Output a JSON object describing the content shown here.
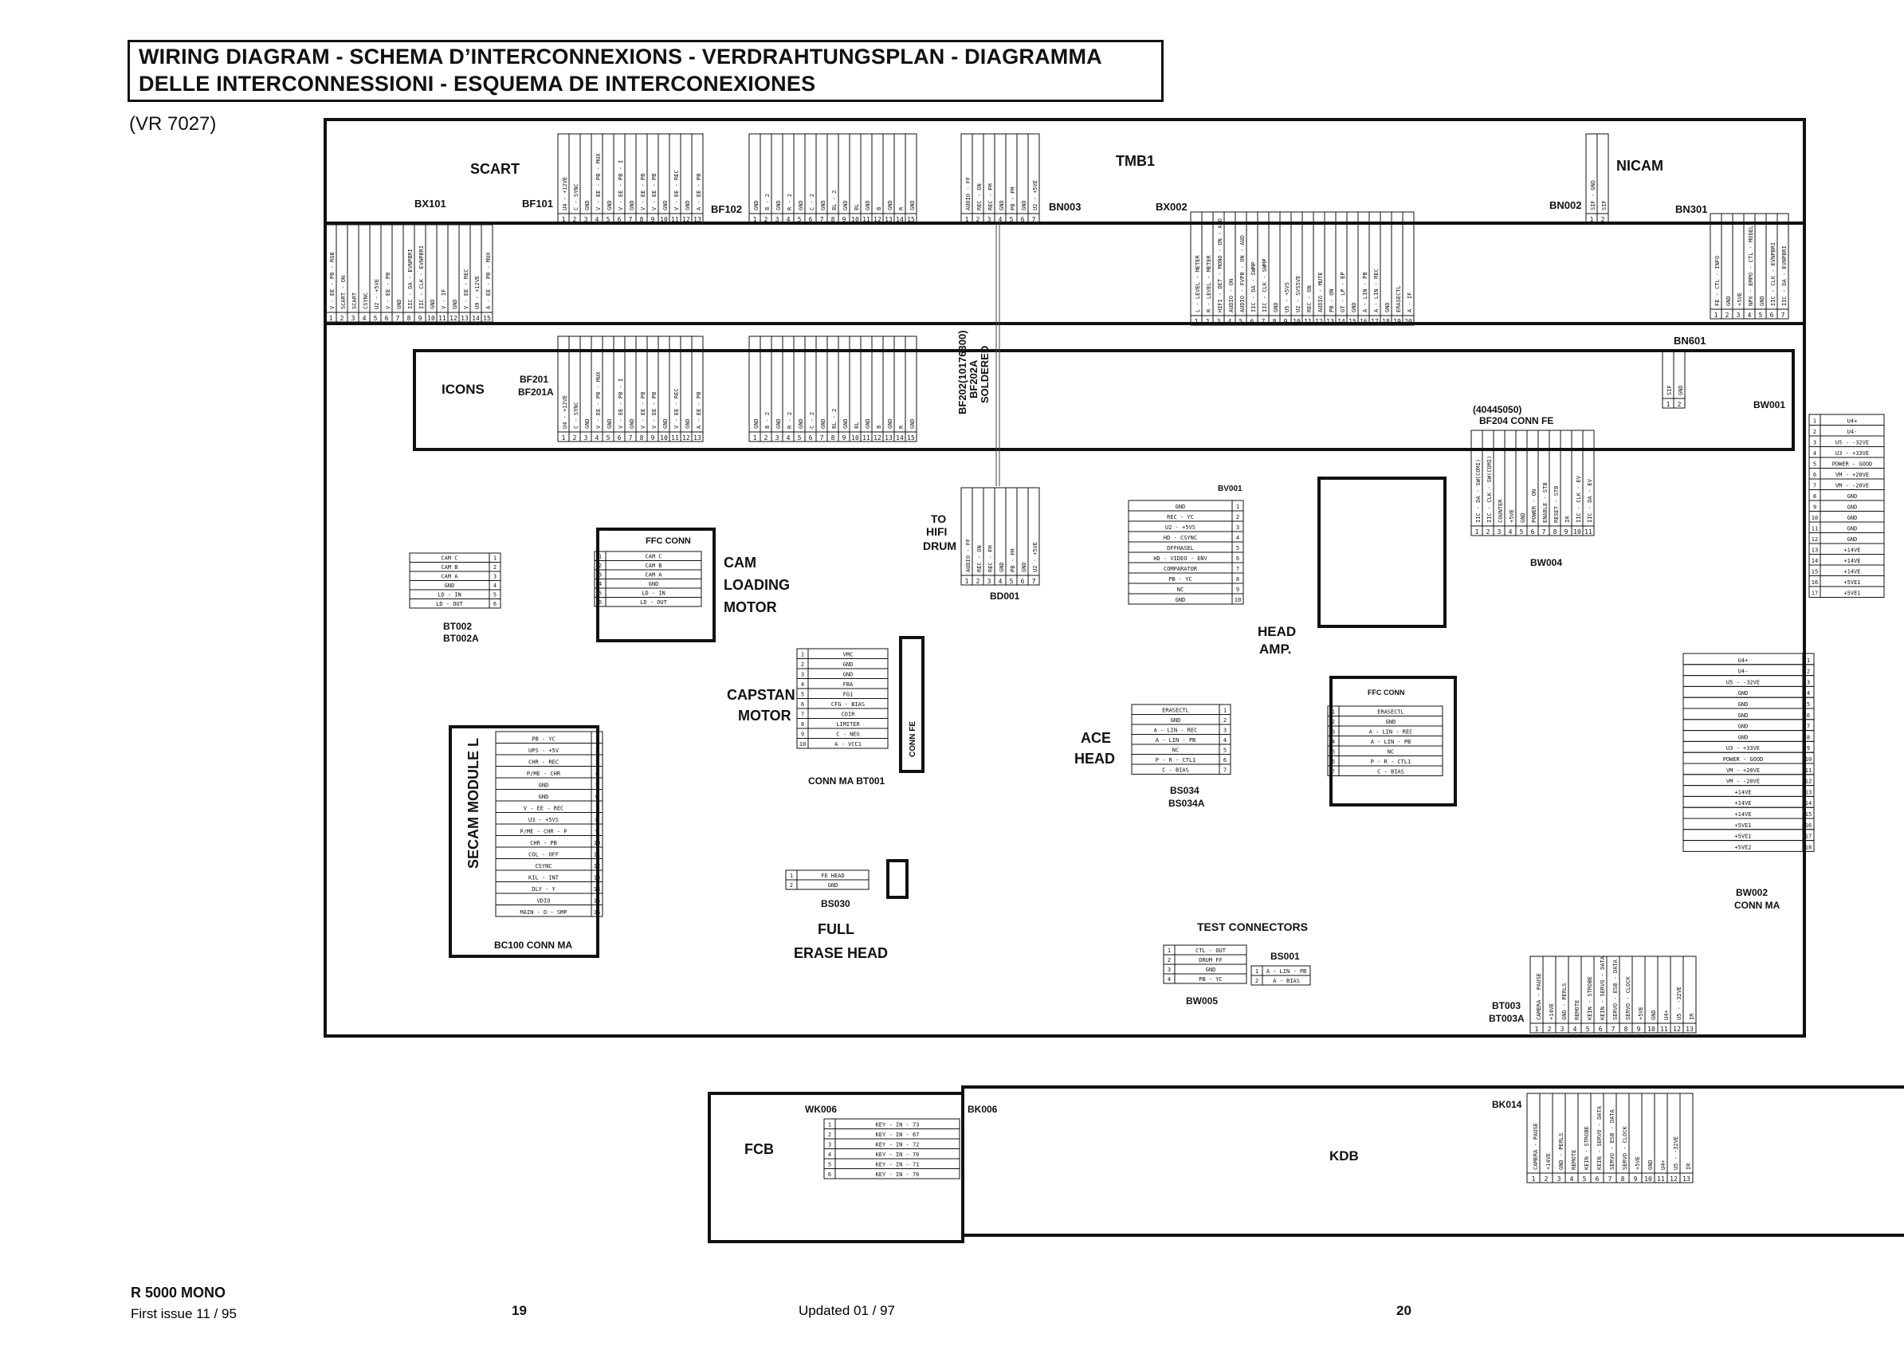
{
  "title": {
    "line1": "WIRING DIAGRAM - SCHEMA D’INTERCONNEXIONS - VERDRAHTUNGSPLAN  - DIAGRAMMA",
    "line2": "DELLE INTERCONNESSIONI - ESQUEMA DE INTERCONEXIONES"
  },
  "model": "(VR 7027)",
  "boards": {
    "scart": "SCART",
    "tmb1": "TMB1",
    "nicam": "NICAM",
    "icons": "ICONS",
    "fcb": "FCB",
    "kdb": "KDB"
  },
  "connectors": {
    "bx101": "BX101",
    "bf101": "BF101",
    "bf102": "BF102",
    "bn003": "BN003",
    "bx002": "BX002",
    "bn002": "BN002",
    "bn301": "BN301",
    "bn601": "BN601",
    "bf201": "BF201",
    "bf201a": "BF201A",
    "bf202": "BF202(10176300)",
    "bf202a": "BF202A",
    "soldered": "SOLDERED",
    "bf204_num": "(40445050)",
    "bf204": "BF204 CONN FE",
    "bw004": "BW004",
    "bw001": "BW001",
    "bw002": "BW002",
    "bw002_sub": "CONN MA",
    "bd001": "BD001",
    "bv001": "BV001",
    "bt002": "BT002",
    "bt002a": "BT002A",
    "bt001": "CONN MA   BT001",
    "bs034": "BS034",
    "bs034a": "BS034A",
    "bs030": "BS030",
    "bc100": "BC100 CONN MA",
    "bw005": "BW005",
    "bs001": "BS001",
    "bt003": "BT003",
    "bt003a": "BT003A",
    "wk006": "WK006",
    "bk006": "BK006",
    "bk014": "BK014"
  },
  "components": {
    "to_hifi": "TO",
    "hifi": "HIFI",
    "drum": "DRUM",
    "cam": "CAM",
    "loading": "LOADING",
    "motor": "MOTOR",
    "capstan": "CAPSTAN",
    "motor2": "MOTOR",
    "head": "HEAD",
    "amp": "AMP.",
    "ace": "ACE",
    "ace_head": "HEAD",
    "full": "FULL",
    "erase_head": "ERASE HEAD",
    "secam": "SECAM MODULE L",
    "test_connectors": "TEST CONNECTORS",
    "ffc_conn": "FFC CONN",
    "ffc_conn2": "FFC CONN",
    "conn_fe": "CONN FE"
  },
  "pins": {
    "bx101": [
      "V - EE - PB - RGB",
      "SCART - ON",
      "SCART",
      "CSYNC",
      "U2 - +5VE",
      "V - EE - PB",
      "GND",
      "IIC - DA - EVNPBRI",
      "IIC - CLK - EVNPBRI",
      "GND",
      "V - IF",
      "GND",
      "V - EE - REC",
      "U9 - +12VE",
      "A - EE - PB - MUX"
    ],
    "bf101": [
      "U4 - +12VE",
      "C - SYNC",
      "GND",
      "V - EE - PB - MUX",
      "GND",
      "V - EE - PB - I",
      "GND",
      "V - EE - PB",
      "V - EE - PB",
      "GND",
      "V - EE - REC",
      "GND",
      "A - EE - PB"
    ],
    "bf102": [
      "GND",
      "B - 2",
      "GND",
      "R - 2",
      "GND",
      "C - 2",
      "GND",
      "BL - 2",
      "GND",
      "BL",
      "GND",
      "B",
      "GND",
      "R",
      "GND"
    ],
    "bn003": [
      "AUDIO - FF",
      "REC - ON",
      "REC - FM",
      "GND",
      "PB - FM",
      "GND",
      "U2 - +5VE"
    ],
    "bx002": [
      "L - LEVEL - METER",
      "R - LEVEL - METER",
      "HIFI - DET - MONO - ON - AUD",
      "AUDIO - ON",
      "AUDIO - FVPB - ON - AUD",
      "IIC - DA - SWMP",
      "IIC - CLK - SWMP",
      "GND",
      "U5 - +5VS",
      "U2 - SVS5VE",
      "REC - ON",
      "AUDIO - MUTE",
      "PB - ON",
      "GT - LP - EP",
      "GND",
      "A - LIN - PB",
      "A - LIN - REC",
      "GND",
      "ERASECTL",
      "A - IF"
    ],
    "bn301": [
      "FE - CTL - INFO",
      "GND",
      "+5VE",
      "NPX - EMPO - CTL - MODEL",
      "GND",
      "IIC - CLK - EVNPBRI",
      "IIC - DA - EVNPBRI"
    ],
    "bn002": [
      "SIF - GND",
      "SIF"
    ],
    "bn601": [
      "SIF",
      "GND"
    ],
    "bf204": [
      "IIC - DA - SW(COMI)",
      "IIC - CLK - SW(COMI)",
      "COUNTER",
      "+5VE",
      "GND",
      "POWER - ON",
      "ENABLE - STB",
      "RESET - STB",
      "IR",
      "IIC - CLK - EV",
      "IIC - DA - EV"
    ],
    "bw001": [
      "U4+",
      "U4-",
      "U5 - -32VE",
      "U3 - +33VE",
      "POWER - GOOD",
      "VM - +20VE",
      "VM - -20VE",
      "GND",
      "GND",
      "GND",
      "GND",
      "GND",
      "+14VE",
      "+14VE",
      "+14VE",
      "+5VE1",
      "+5VE1"
    ],
    "bw002": [
      "U4+",
      "U4-",
      "U5 - -32VE",
      "GND",
      "GND",
      "GND",
      "GND",
      "GND",
      "U3 - +33VE",
      "POWER - GOOD",
      "VM - +20VE",
      "VM - -20VE",
      "+14VE",
      "+14VE",
      "+14VE",
      "+5VE1",
      "+5VE1",
      "+5VE2"
    ],
    "bd001": [
      "AUDIO - FF",
      "REC - ON",
      "REC - FM",
      "GND",
      "PB - FM",
      "GND",
      "U2 - +5VE"
    ],
    "bv001": [
      "GND",
      "REC - YC",
      "U2 - +5VS",
      "HD - CSYNC",
      "DFFHASEL",
      "HD - VIDEO - ENV",
      "COMPARATOR",
      "PB - YC",
      "NC",
      "GND"
    ],
    "bt002": [
      "CAM C",
      "CAM B",
      "CAM A",
      "GND",
      "LD - IN",
      "LD - OUT"
    ],
    "ffc_cam": [
      "CAM C",
      "CAM B",
      "CAM A",
      "GND",
      "LD - IN",
      "LD - OUT"
    ],
    "bt001": [
      "VMC",
      "GND",
      "GND",
      "FBA",
      "FG1",
      "CFG - BIAS",
      "CDIR",
      "LIMITER",
      "C - NEG",
      "A - VCC1"
    ],
    "bs034": [
      "ERASECTL",
      "GND",
      "A - LIN - REC",
      "A - LIN - PB",
      "NC",
      "P - R - CTL1",
      "C - BIAS"
    ],
    "bs030": [
      "FE HEAD",
      "GND"
    ],
    "bc100": [
      "PB - YC",
      "UPS - +5V",
      "CHR - REC",
      "P/ME - CHR",
      "GND",
      "GND",
      "V - EE - REC",
      "U3 - +5VS",
      "P/ME - CHR - P",
      "CHR - PB",
      "COL - OFF",
      "CSYNC",
      "KIL - INT",
      "DLY - Y",
      "VDIO",
      "MAIN - D - SMP"
    ],
    "bw005": [
      "CTL - OUT",
      "DRUM FF",
      "GND",
      "PB - YC"
    ],
    "bs001": [
      "A - LIN - PB",
      "A - BIAS"
    ],
    "wk006": [
      "KEY - IN - 73",
      "KEY - IN - 67",
      "KEY - IN - 72",
      "KEY - IN - 70",
      "KEY - IN - 71",
      "KEY - IN - 70"
    ],
    "bk014": [
      "CAMERA - PAUSE",
      "+14VE",
      "GND - PERLS",
      "REMOTE",
      "KEIN - STROBE",
      "KEIN - SERVO - DATA",
      "SERVO - ESB - DATA",
      "SERVO - CLOCK",
      "+5VE",
      "GND",
      "U4+",
      "U5 - -32VE",
      "IR"
    ]
  },
  "footer": {
    "model": "R 5000 MONO",
    "issue": "First issue 11 / 95",
    "page_left": "19",
    "updated": "Updated 01 / 97",
    "page_right": "20"
  }
}
